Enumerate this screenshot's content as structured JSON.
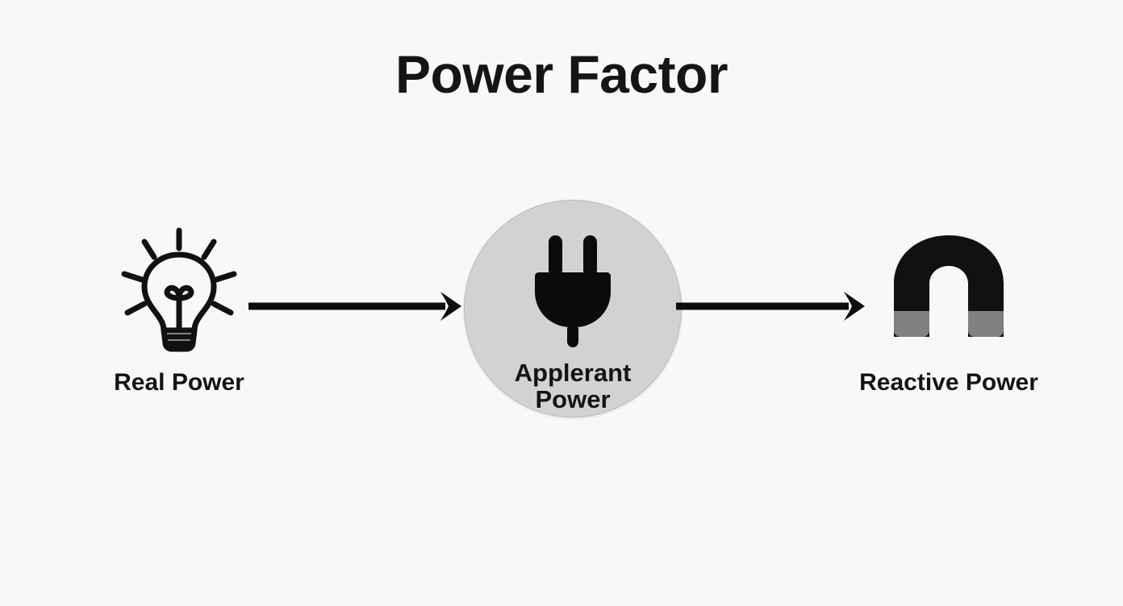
{
  "page": {
    "title": "Power Factor",
    "background_color": "#f8f8f8",
    "text_color": "#141414"
  },
  "diagram": {
    "type": "flow",
    "direction": "left-to-right",
    "nodes": [
      {
        "id": "real-power",
        "label": "Real Power",
        "icon": "lightbulb-icon",
        "icon_style": "outline",
        "icon_color": "#111111"
      },
      {
        "id": "apparent-power",
        "label_line_1": "Applerant",
        "label_line_2": "Power",
        "icon": "power-plug-icon",
        "icon_style": "solid",
        "icon_color": "#0b0b0b",
        "shape": "circle",
        "fill_color": "#d2d2d2"
      },
      {
        "id": "reactive-power",
        "label": "Reactive Power",
        "icon": "horseshoe-magnet-icon",
        "icon_style": "solid",
        "body_color": "#111111",
        "pole_color": "#808080"
      }
    ],
    "connectors": [
      {
        "id": "arrow-1",
        "from": "real-power",
        "to": "apparent-power",
        "style": "solid-arrow",
        "color": "#0d0d0d"
      },
      {
        "id": "arrow-2",
        "from": "apparent-power",
        "to": "reactive-power",
        "style": "solid-arrow",
        "color": "#0d0d0d"
      }
    ]
  }
}
